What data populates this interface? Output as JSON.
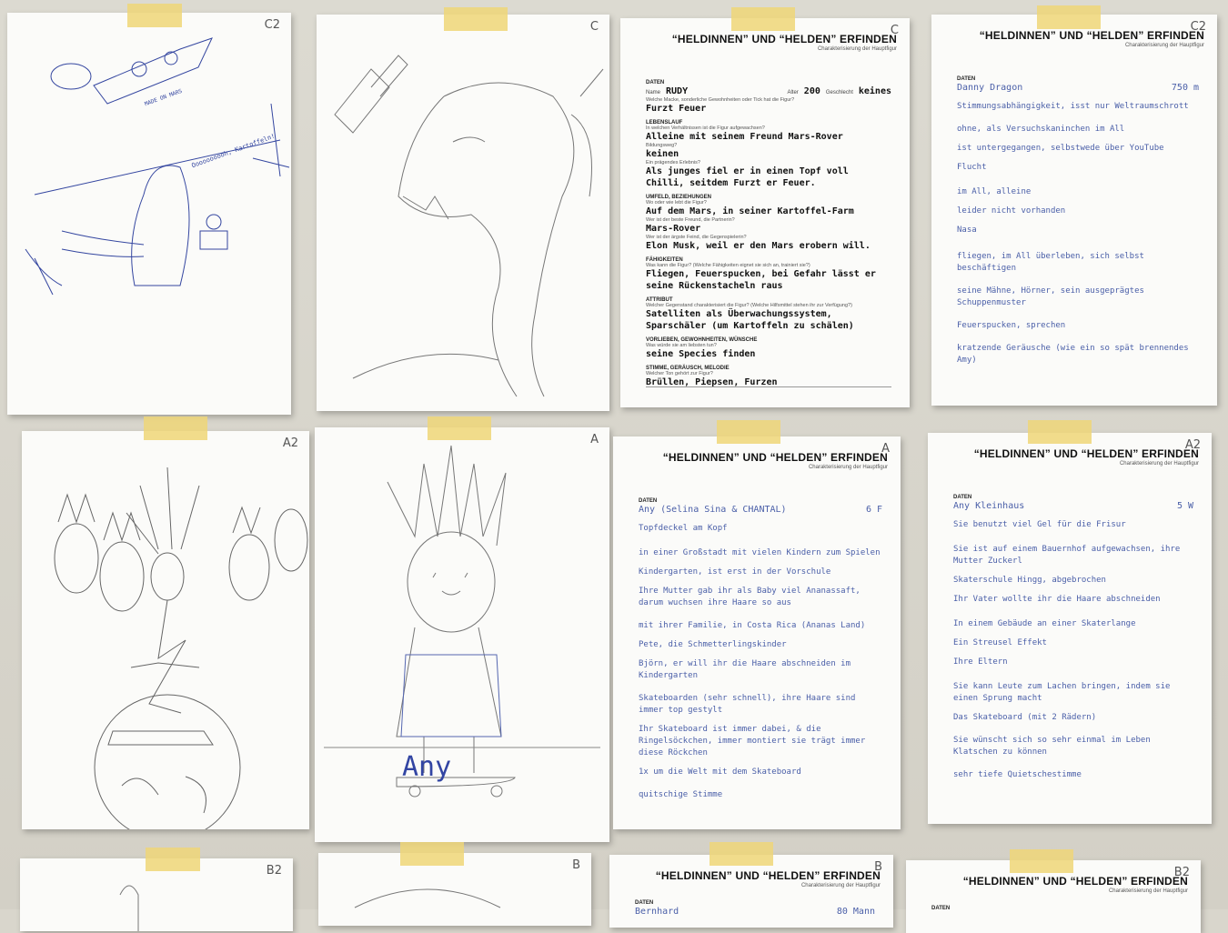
{
  "sheets": {
    "c2_drawing": {
      "corner": "C2",
      "sign": "MADE ON MARS",
      "speech": "Oooooooooh, Kartoffeln!"
    },
    "c_drawing": {
      "corner": "C"
    },
    "c_form": {
      "corner": "C",
      "title": "“HELDINNEN” UND “HELDEN” ERFINDEN",
      "subtitle": "Charakterisierung der Hauptfigur",
      "daten": "DATEN",
      "name_label": "Name",
      "name": "RUDY",
      "age_label": "Alter",
      "age": "200",
      "gender_label": "Geschlecht",
      "gender": "keines",
      "q_macke": "Welche Macke, sonderliche Gewohnheiten oder Tick hat die Figur?",
      "a_macke": "Furzt Feuer",
      "sec_lebenslauf": "LEBENSLAUF",
      "q_verhaeltnisse": "In welchen Verhältnissen ist die Figur aufgewachsen?",
      "a_verhaeltnisse": "Alleine mit seinem Freund Mars-Rover",
      "q_bildung": "Bildungsweg?",
      "a_bildung": "keinen",
      "q_erlebnis": "Ein prägendes Erlebnis?",
      "a_erlebnis": "Als junges fiel er in einen Topf voll Chilli, seitdem Furzt er Feuer.",
      "sec_umfeld": "UMFELD, BEZIEHUNGEN",
      "q_wohnen": "Wo oder wie lebt die Figur?",
      "a_wohnen": "Auf dem Mars, in seiner Kartoffel-Farm",
      "q_freund": "Wer ist der beste Freund, die Partnerin?",
      "a_freund": "Mars-Rover",
      "q_feind": "Wer ist der ärgste Feind, die Gegenspielerin?",
      "a_feind": "Elon Musk, weil er den Mars erobern will.",
      "sec_faehigkeiten": "FÄHIGKEITEN",
      "q_kann": "Was kann die Figur? (Welche Fähigkeiten eignet sie sich an, trainiert sie?)",
      "a_kann": "Fliegen, Feuerspucken, bei Gefahr lässt er seine Rückenstacheln raus",
      "sec_attribut": "ATTRIBUT",
      "q_attribut": "Welcher Gegenstand charakterisiert die Figur? (Welche Hilfsmittel stehen ihr zur Verfügung?)",
      "a_attribut": "Satelliten als Überwachungssystem, Sparschäler (um Kartoffeln zu schälen)",
      "sec_vorlieben": "VORLIEBEN, GEWOHNHEITEN, WÜNSCHE",
      "q_vorlieben": "Was würde sie am liebsten tun?",
      "a_vorlieben": "seine Species finden",
      "sec_stimme": "STIMME, GERÄUSCH, MELODIE",
      "q_stimme": "Welcher Ton gehört zur Figur?",
      "a_stimme": "Brüllen, Piepsen, Furzen"
    },
    "c2_form": {
      "corner": "C2",
      "title": "“HELDINNEN” UND “HELDEN” ERFINDEN",
      "subtitle": "Charakterisierung der Hauptfigur",
      "daten": "DATEN",
      "name": "Danny Dragon",
      "age": "750",
      "gender": "m",
      "a_macke": "Stimmungsabhängigkeit, isst nur Weltraumschrott",
      "a_verhaeltnisse": "ohne, als Versuchskaninchen im All",
      "a_bildung": "ist untergegangen, selbstwede über YouTube",
      "a_erlebnis": "Flucht",
      "a_wohnen": "im All, alleine",
      "a_freund": "leider nicht vorhanden",
      "a_feind": "Nasa",
      "a_kann": "fliegen, im All überleben, sich selbst beschäftigen",
      "a_attribut": "seine Mähne, Hörner, sein ausgeprägtes Schuppenmuster",
      "a_vorlieben": "Feuerspucken, sprechen",
      "a_stimme": "kratzende Geräusche (wie ein so spät brennendes Amy)"
    },
    "a2_drawing": {
      "corner": "A2"
    },
    "a_drawing": {
      "corner": "A",
      "signature": "Any"
    },
    "a_form": {
      "corner": "A",
      "title": "“HELDINNEN” UND “HELDEN” ERFINDEN",
      "subtitle": "Charakterisierung der Hauptfigur",
      "daten": "DATEN",
      "name": "Any (Selina Sina & CHANTAL)",
      "age": "6",
      "gender": "F",
      "a_macke": "Topfdeckel am Kopf",
      "a_verhaeltnisse": "in einer Großstadt mit vielen Kindern zum Spielen",
      "a_bildung": "Kindergarten, ist erst in der Vorschule",
      "a_erlebnis": "Ihre Mutter gab ihr als Baby viel Ananassaft, darum wuchsen ihre Haare so aus",
      "a_wohnen": "mit ihrer Familie, in Costa Rica (Ananas Land)",
      "a_freund": "Pete, die Schmetterlingskinder",
      "a_feind": "Björn, er will ihr die Haare abschneiden im Kindergarten",
      "a_kann": "Skateboarden (sehr schnell), ihre Haare sind immer top gestylt",
      "a_attribut": "Ihr Skateboard ist immer dabei, & die Ringelsöckchen, immer montiert sie trägt immer diese Röckchen",
      "a_vorlieben": "1x um die Welt mit dem Skateboard",
      "a_stimme": "quitschige Stimme"
    },
    "a2_form": {
      "corner": "A2",
      "title": "“HELDINNEN” UND “HELDEN” ERFINDEN",
      "subtitle": "Charakterisierung der Hauptfigur",
      "daten": "DATEN",
      "name": "Any Kleinhaus",
      "age": "5",
      "gender": "W",
      "a_macke": "Sie benutzt viel Gel für die Frisur",
      "a_verhaeltnisse": "Sie ist auf einem Bauernhof aufgewachsen, ihre Mutter Zuckerl",
      "a_bildung": "Skaterschule Hingg, abgebrochen",
      "a_erlebnis": "Ihr Vater wollte ihr die Haare abschneiden",
      "a_wohnen": "In einem Gebäude an einer Skaterlange",
      "a_freund": "Ein Streusel Effekt",
      "a_feind": "Ihre Eltern",
      "a_kann": "Sie kann Leute zum Lachen bringen, indem sie einen Sprung macht",
      "a_attribut": "Das Skateboard (mit 2 Rädern)",
      "a_vorlieben": "Sie wünscht sich so sehr einmal im Leben Klatschen zu können",
      "a_stimme": "sehr tiefe Quietschestimme"
    },
    "b2_drawing": {
      "corner": "B2"
    },
    "b_drawing": {
      "corner": "B"
    },
    "b_form": {
      "corner": "B",
      "title": "“HELDINNEN” UND “HELDEN” ERFINDEN",
      "subtitle": "Charakterisierung der Hauptfigur",
      "daten": "DATEN",
      "name": "Bernhard",
      "age": "80",
      "gender": "Mann"
    },
    "b2_form": {
      "corner": "B2",
      "title": "“HELDINNEN” UND “HELDEN” ERFINDEN",
      "subtitle": "Charakterisierung der Hauptfigur",
      "daten": "DATEN"
    }
  }
}
